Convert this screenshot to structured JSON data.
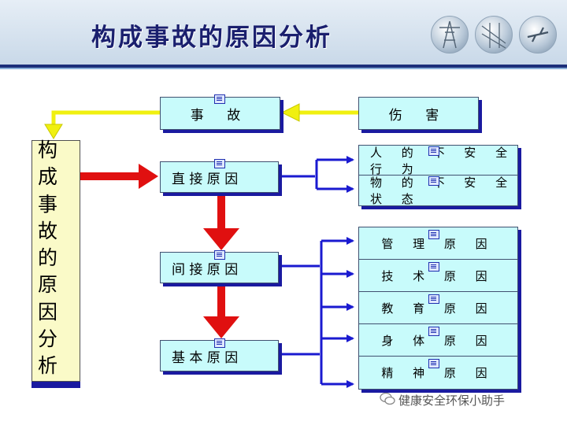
{
  "title": "构成事故的原因分析",
  "vertical_label": [
    "构",
    "成",
    "事",
    "故",
    "的",
    "原",
    "因",
    "分",
    "析"
  ],
  "nodes": {
    "accident": "事 故",
    "injury": "伤 害",
    "direct": "直 接 原 因",
    "indirect": "间 接 原 因",
    "basic": "基 本 原 因"
  },
  "direct_causes": [
    "人 的 不 安 全 行 为",
    "物 的 不 安 全 状 态"
  ],
  "indirect_causes": [
    "管 理 原 因",
    "技 术 原 因",
    "教 育 原 因",
    "身 体 原 因",
    "精 神 原 因"
  ],
  "watermark": "健康安全环保小助手",
  "colors": {
    "box_fill": "#c8fbfb",
    "red_arrow": "#e01010",
    "yellow_arrow": "#f0f010",
    "blue_line": "#1a1ad0",
    "title": "#1a1f6e"
  },
  "icons": [
    "electric-tower-icon",
    "power-line-icon",
    "aircraft-icon",
    "note-icon",
    "wechat-icon"
  ]
}
